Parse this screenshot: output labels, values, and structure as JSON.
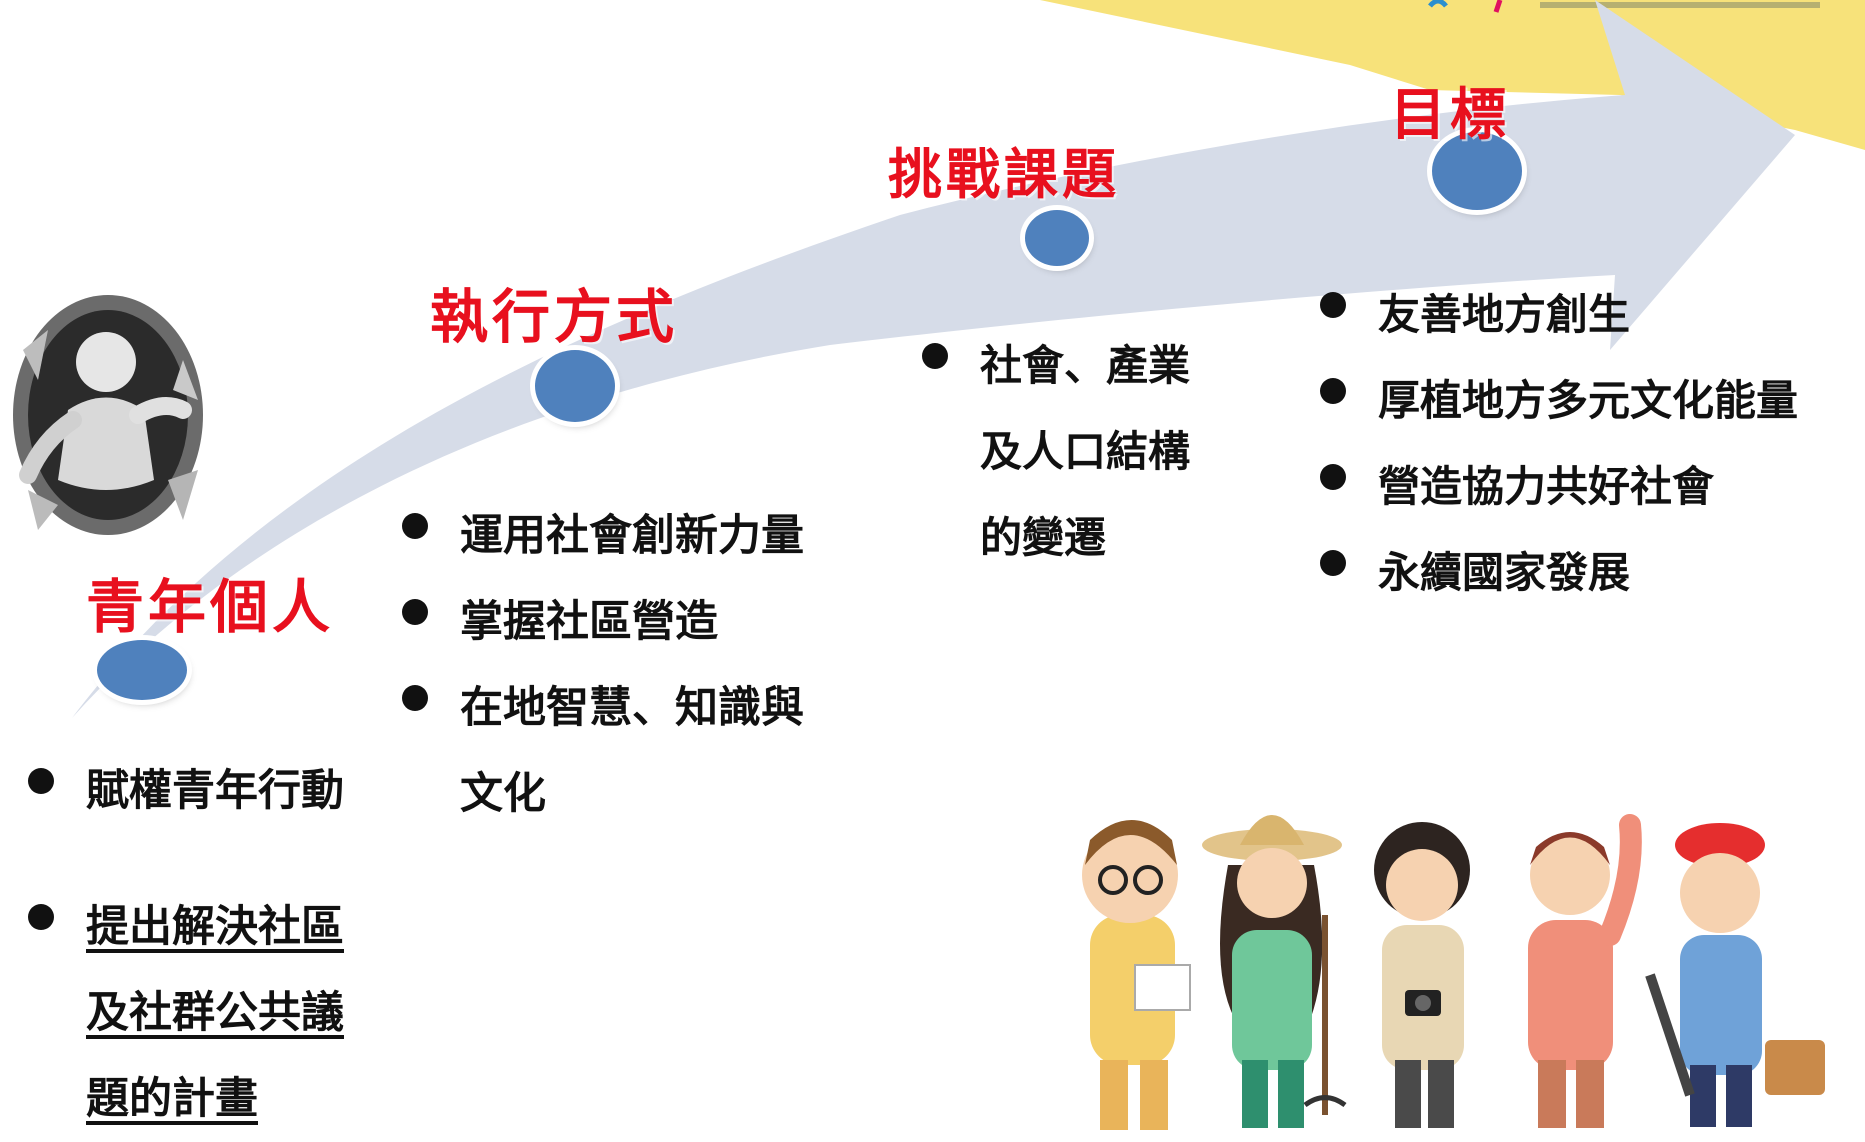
{
  "stages": [
    {
      "title": "青年個人",
      "items": [
        {
          "lines": [
            "賦權青年行動"
          ]
        },
        {
          "lines": [
            "提出解決社區",
            "及社群公共議",
            "題的計畫"
          ]
        }
      ]
    },
    {
      "title": "執行方式",
      "items": [
        {
          "lines": [
            "運用社會創新力量"
          ]
        },
        {
          "lines": [
            "掌握社區營造"
          ]
        },
        {
          "lines": [
            "在地智慧、知識與",
            "文化"
          ]
        }
      ]
    },
    {
      "title": "挑戰課題",
      "items": [
        {
          "lines": [
            "社會、產業",
            "及人口結構",
            "的變遷"
          ]
        }
      ]
    },
    {
      "title": "目標",
      "items": [
        {
          "lines": [
            "友善地方創生"
          ]
        },
        {
          "lines": [
            "厚植地方多元文化能量"
          ]
        },
        {
          "lines": [
            "營造協力共好社會"
          ]
        },
        {
          "lines": [
            "永續國家發展"
          ]
        }
      ]
    }
  ],
  "colors": {
    "title_red": "#e8101e",
    "dot_blue": "#4f81bd",
    "arrow": "#d6dce8",
    "banner": "#f7e27a"
  },
  "icons": [
    "person-breaking-through-icon",
    "community-people-illustration"
  ]
}
